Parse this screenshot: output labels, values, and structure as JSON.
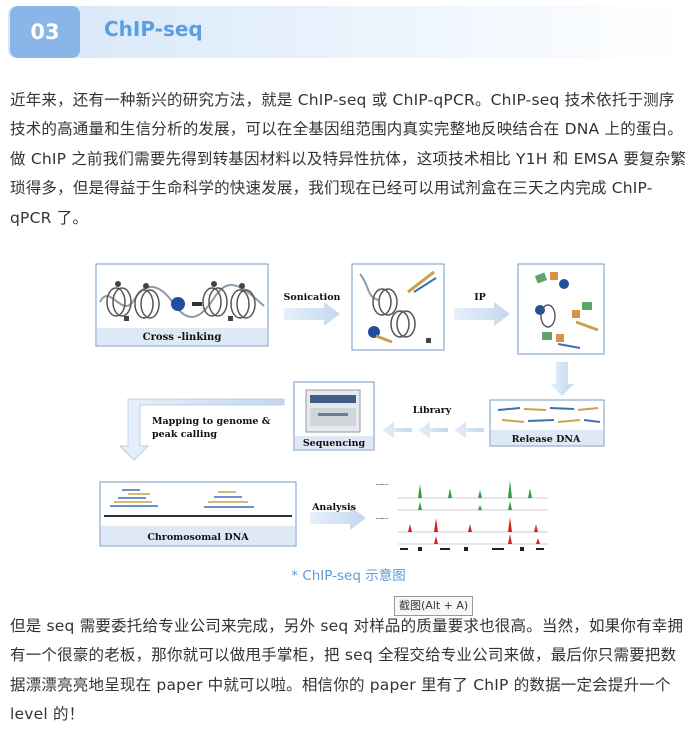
{
  "section": {
    "number": "03",
    "title": "ChIP-seq"
  },
  "paragraph1": "近年来，还有一种新兴的研究方法，就是 ChIP-seq 或 ChIP-qPCR。ChIP-seq 技术依托于测序技术的高通量和生信分析的发展，可以在全基因组范围内真实完整地反映结合在 DNA 上的蛋白。做 ChIP 之前我们需要先得到转基因材料以及特异性抗体，这项技术相比 Y1H 和 EMSA 要复杂繁琐得多，但是得益于生命科学的快速发展，我们现在已经可以用试剂盒在三天之内完成 ChIP-qPCR 了。",
  "diagram": {
    "cross_linking": "Cross -linking",
    "sonication": "Sonication",
    "ip": "IP",
    "release_dna": "Release DNA",
    "library": "Library",
    "sequencing": "Sequencing",
    "mapping_line1": "Mapping  to genome &",
    "mapping_line2": "peak calling",
    "chromosomal_dna": "Chromosomal DNA",
    "analysis": "Analysis"
  },
  "caption": "* ChIP-seq 示意图",
  "tooltip": "截图(Alt + A)",
  "paragraph2": "但是 seq 需要委托给专业公司来完成，另外 seq 对样品的质量要求也很高。当然，如果你有幸拥有一个很豪的老板，那你就可以做甩手掌柜，把 seq 全程交给专业公司来做，最后你只需要把数据漂漂亮亮地呈现在 paper 中就可以啦。相信你的 paper 里有了 ChIP 的数据一定会提升一个 level 的！",
  "colors": {
    "accent": "#5b9fe0",
    "badge": "#89b6e6",
    "arrow": "#c8dcef",
    "green_track": "#2e9e3e",
    "red_track": "#d42020"
  }
}
